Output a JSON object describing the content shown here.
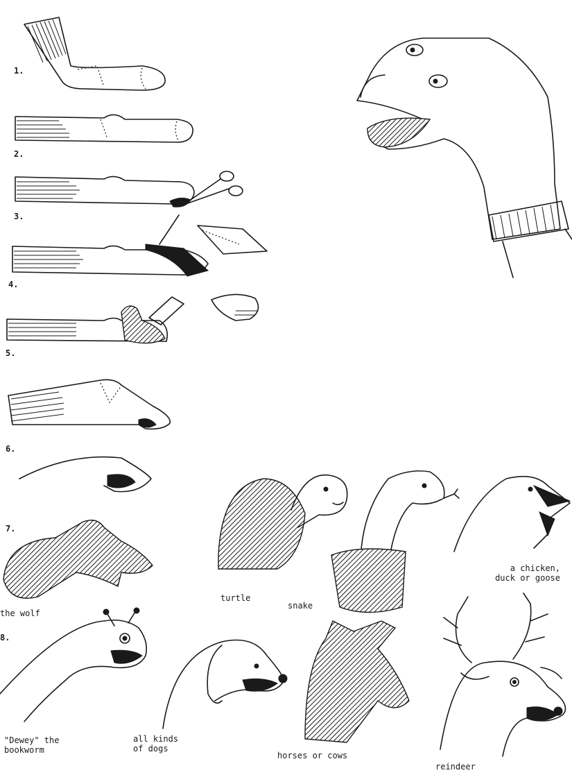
{
  "steps": [
    "1.",
    "2.",
    "3.",
    "4.",
    "5.",
    "6.",
    "7.",
    "8."
  ],
  "captions": {
    "wolf": "the wolf",
    "turtle": "turtle",
    "snake": "snake",
    "chicken": "a chicken,\nduck or goose",
    "bookworm": "\"Dewey\" the\nbookworm",
    "dogs": "all kinds\nof dogs",
    "horses": "horses or cows",
    "reindeer": "reindeer"
  },
  "colors": {
    "ink": "#1a1a1a",
    "paper": "#ffffff"
  }
}
